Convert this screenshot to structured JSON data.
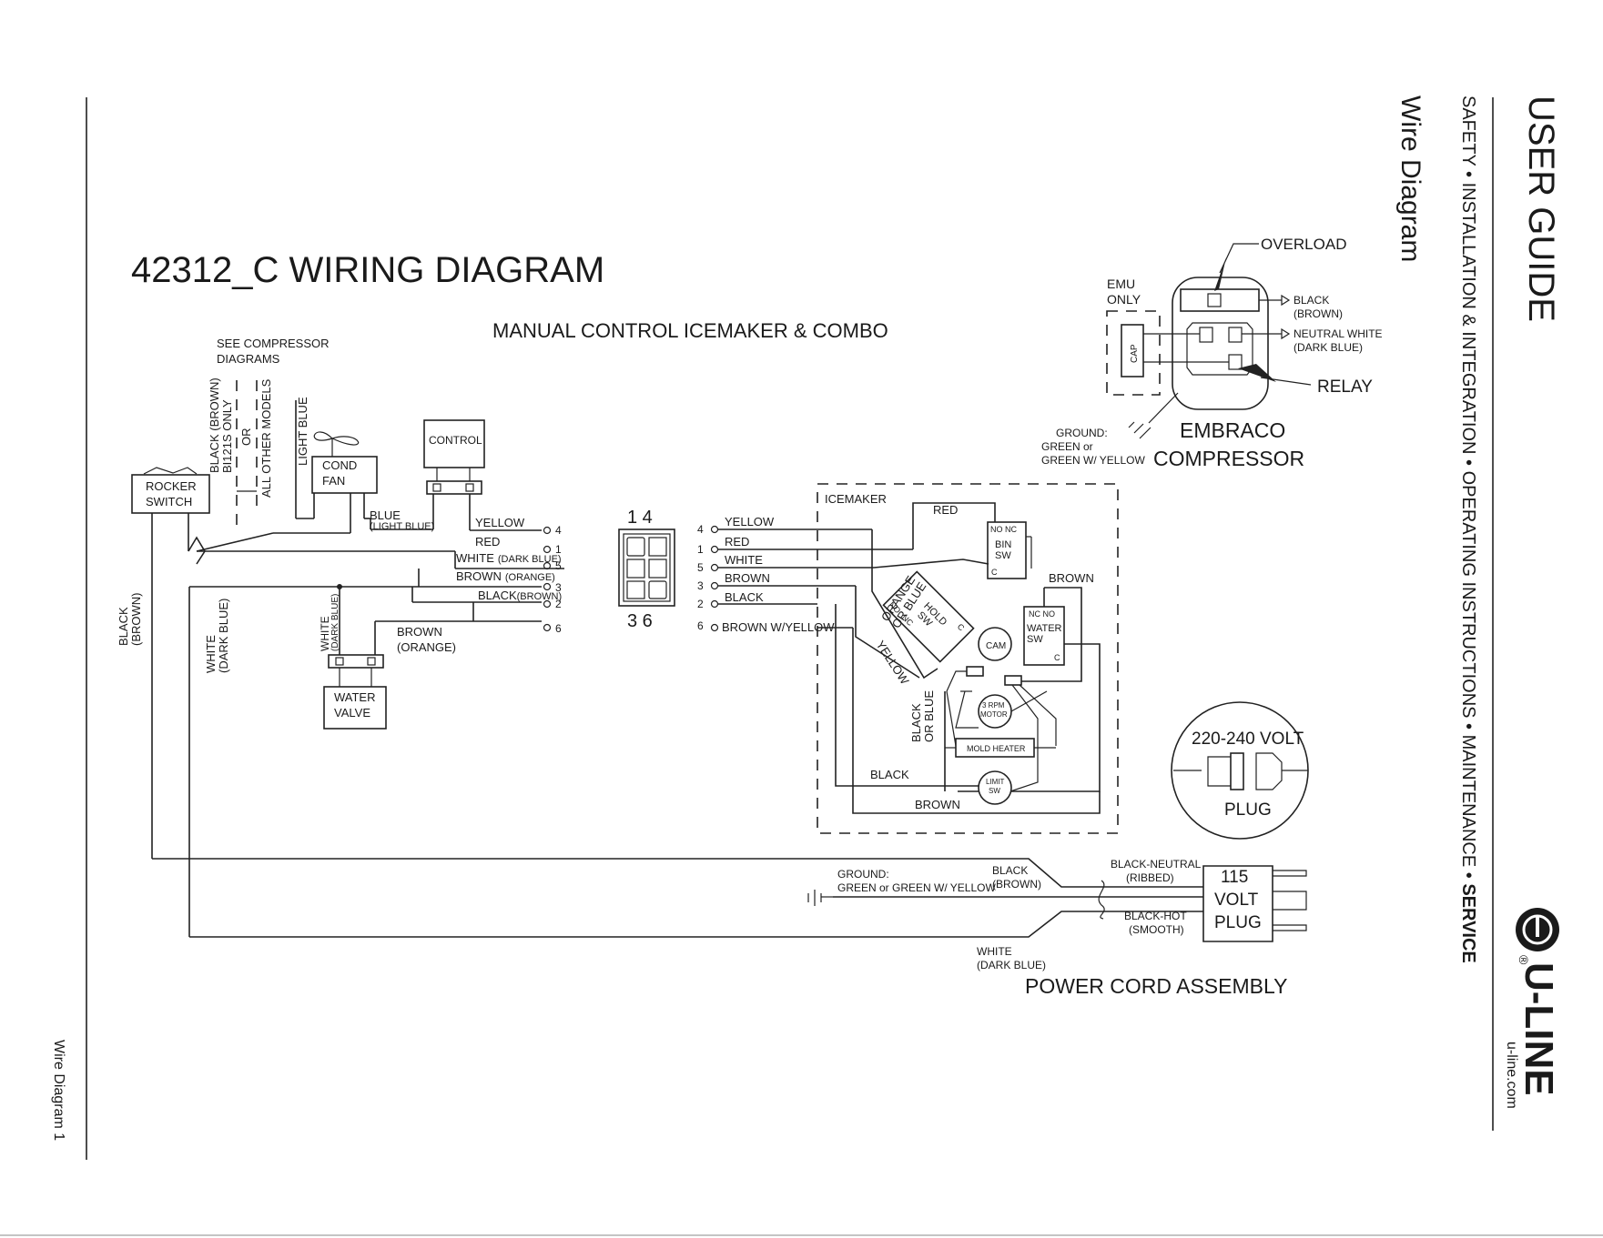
{
  "sidebar": {
    "title": "USER GUIDE",
    "nav": [
      "SAFETY",
      "INSTALLATION & INTEGRATION",
      "OPERATING INSTRUCTIONS",
      "MAINTENANCE",
      "SERVICE"
    ],
    "section": "Wire Diagram",
    "brand": "U-LINE",
    "registered": "®",
    "website": "u-line.com"
  },
  "footer": {
    "page_label": "Wire Diagram 1"
  },
  "diagram": {
    "title": "42312_C WIRING DIAGRAM",
    "subtitle": "MANUAL CONTROL ICEMAKER & COMBO",
    "see_comp": [
      "SEE COMPRESSOR",
      "DIAGRAMS"
    ],
    "rocker": [
      "ROCKER",
      "SWITCH"
    ],
    "cond_fan": [
      "COND",
      "FAN"
    ],
    "control": "CONTROL",
    "water_valve": [
      "WATER",
      "VALVE"
    ],
    "v_black_bi": [
      "BLACK (BROWN)",
      "BI121S ONLY"
    ],
    "v_or": "OR",
    "v_all_other": "ALL OTHER MODELS",
    "v_light_blue": "LIGHT BLUE",
    "v_black_brown": [
      "BLACK",
      "(BROWN)"
    ],
    "v_white_db": [
      "WHITE",
      "(DARK BLUE)"
    ],
    "v_white_db_small": [
      "WHITE",
      "(DARK BLUE)"
    ],
    "blue": [
      "BLUE",
      "(LIGHT BLUE)"
    ],
    "left_wires": [
      {
        "label": "YELLOW",
        "pin": "4"
      },
      {
        "label": "RED",
        "pin": "1"
      },
      {
        "label": "WHITE",
        "sub": "(DARK BLUE)",
        "pin": "5"
      },
      {
        "label": "BROWN",
        "sub": "(ORANGE)",
        "pin": "3"
      },
      {
        "label": "BLACK",
        "sub": "(BROWN)",
        "pin": "2"
      },
      {
        "label": "",
        "pin": "6"
      }
    ],
    "brown_orange": [
      "BROWN",
      "(ORANGE)"
    ],
    "connector_top": "1   4",
    "connector_bottom": "3   6",
    "right_wires": [
      {
        "pin": "4",
        "label": "YELLOW"
      },
      {
        "pin": "1",
        "label": "RED"
      },
      {
        "pin": "5",
        "label": "WHITE"
      },
      {
        "pin": "3",
        "label": "BROWN"
      },
      {
        "pin": "2",
        "label": "BLACK"
      },
      {
        "pin": "6",
        "label": "BROWN W/YELLOW"
      }
    ],
    "icemaker": {
      "label": "ICEMAKER",
      "red": "RED",
      "bin_sw": [
        "NO  NC",
        "BIN",
        "SW",
        "C"
      ],
      "brown": "BROWN",
      "orange": [
        "ORANGE",
        "OR BLUE"
      ],
      "hold_sw": [
        "HOLD",
        "SW",
        "C",
        "NO",
        "NC"
      ],
      "water_sw": [
        "NC  NO",
        "WATER",
        "SW",
        "C"
      ],
      "cam": "CAM",
      "yellow": "YELLOW",
      "black_blue": [
        "BLACK",
        "OR BLUE"
      ],
      "motor": [
        "3 RPM",
        "MOTOR"
      ],
      "mold_heater": "MOLD HEATER",
      "limit_sw": [
        "LIMIT",
        "SW"
      ],
      "black": "BLACK",
      "brown_bottom": "BROWN"
    },
    "compressor": {
      "overload": "OVERLOAD",
      "emu": [
        "EMU",
        "ONLY"
      ],
      "black": [
        "BLACK",
        "(BROWN)"
      ],
      "neutral": [
        "NEUTRAL WHITE",
        "(DARK BLUE)"
      ],
      "cap": "CAP",
      "relay": "RELAY",
      "ground": [
        "GROUND:",
        "GREEN or",
        "GREEN W/ YELLOW"
      ],
      "name": [
        "EMBRACO",
        "COMPRESSOR"
      ]
    },
    "plug220": [
      "220-240 VOLT",
      "PLUG"
    ],
    "power": {
      "ground": [
        "GROUND:",
        "GREEN  or GREEN W/ YELLOW"
      ],
      "black": [
        "BLACK",
        "(BROWN)"
      ],
      "black_neutral": [
        "BLACK-NEUTRAL",
        "(RIBBED)"
      ],
      "black_hot": [
        "BLACK-HOT",
        "(SMOOTH)"
      ],
      "white": [
        "WHITE",
        "(DARK BLUE)"
      ],
      "plug115": [
        "115",
        "VOLT",
        "PLUG"
      ],
      "assembly": "POWER CORD ASSEMBLY"
    }
  }
}
